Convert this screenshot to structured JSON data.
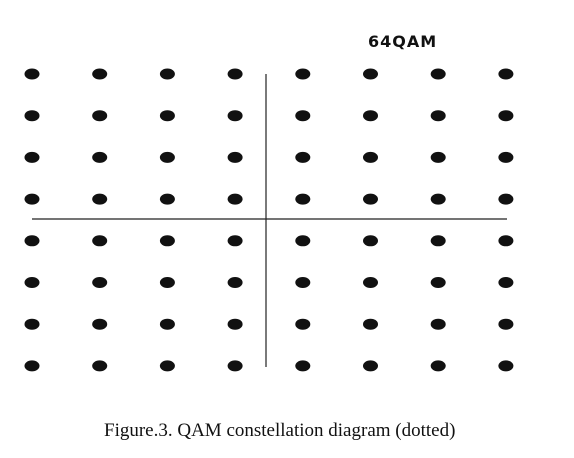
{
  "diagram": {
    "title": "64QAM",
    "caption": "Figure.3. QAM constellation diagram (dotted)",
    "constellation": {
      "grid_size": 8,
      "i_levels": [
        -7,
        -5,
        -3,
        -1,
        1,
        3,
        5,
        7
      ],
      "q_levels": [
        7,
        5,
        3,
        1,
        -1,
        -3,
        -5,
        -7
      ],
      "point_count": 64,
      "point_color": "#111111",
      "axis_color": "#222222"
    }
  }
}
